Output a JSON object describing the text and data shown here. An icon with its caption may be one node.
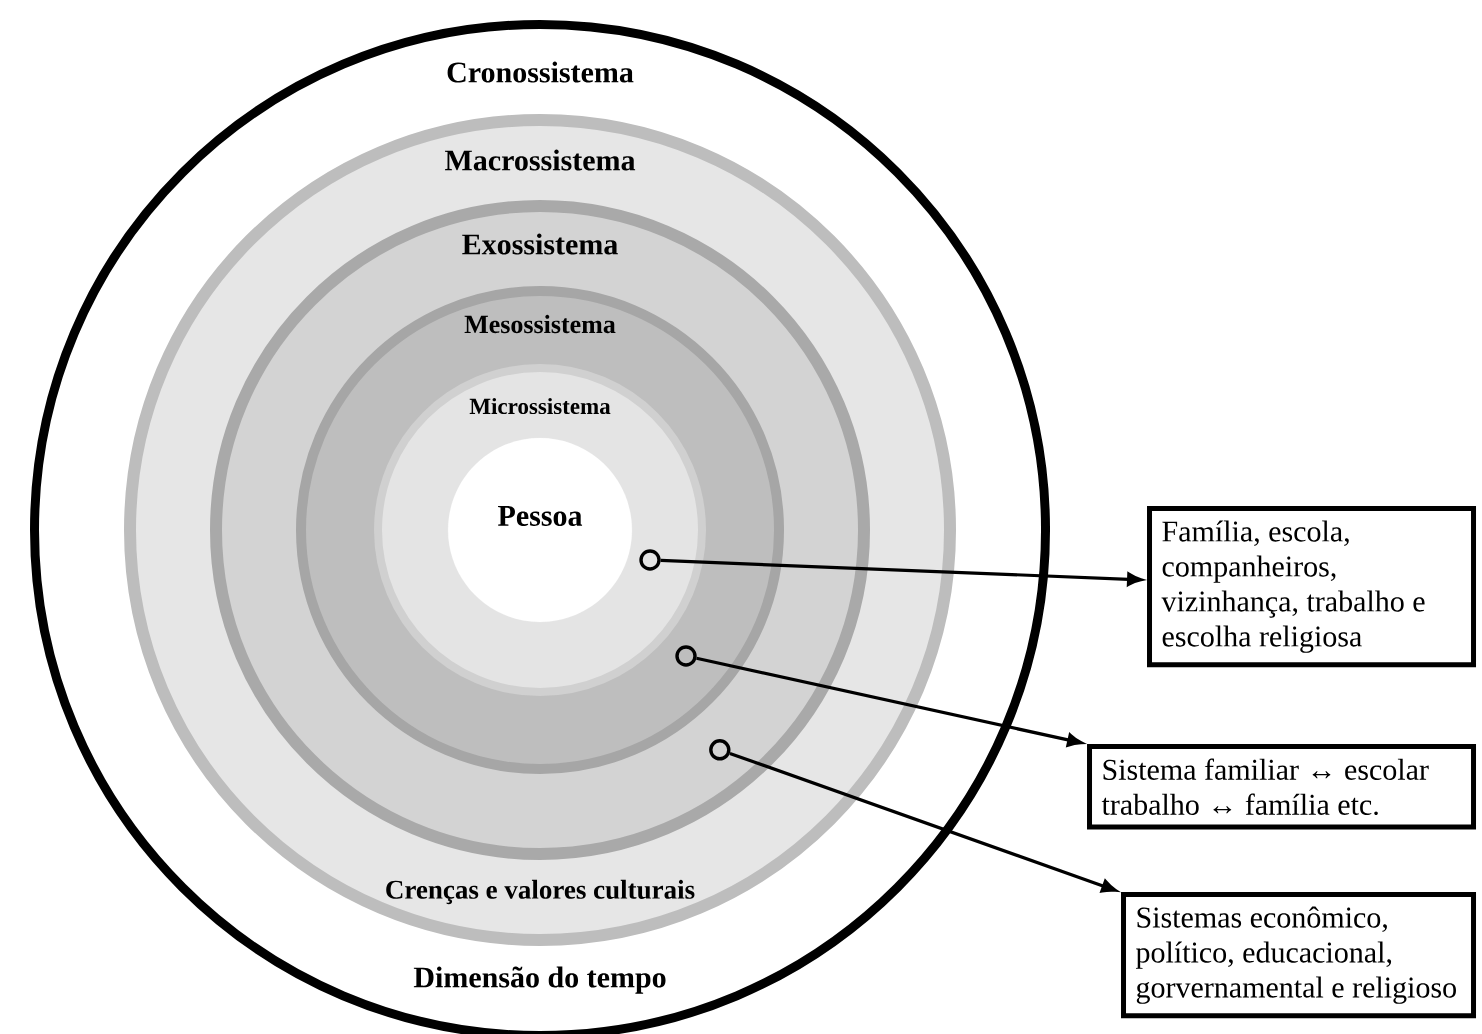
{
  "diagram": {
    "nodes": [
      {
        "text": [
          "Cronossistema",
          "Dimensão do tempo"
        ]
      },
      {
        "text": [
          "Macrossistema",
          "Crenças e valores culturais"
        ],
        "in": 0
      },
      {
        "text": [
          "Exossistema"
        ],
        "in": 1
      },
      {
        "text": [
          "Mesossistema"
        ],
        "in": 2
      },
      {
        "text": [
          "Microssistema"
        ],
        "in": 3
      },
      {
        "text": [
          "Pessoa"
        ],
        "in": 4
      },
      {
        "text": [],
        "shape": "circle",
        "in": 4
      },
      {
        "text": [],
        "shape": "circle",
        "in": 3
      },
      {
        "text": [],
        "shape": "circle",
        "in": 2
      },
      {
        "text": [
          "Família, escola, companheiros, vizinhança, trabalho e escolha religiosa"
        ]
      },
      {
        "text": [
          "Sistema familiar ↔ escolar trabalho ↔ família etc."
        ]
      },
      {
        "text": [
          "Sistemas econômico, político, educacional, gorvernamental e religioso"
        ]
      }
    ],
    "edges": [
      {
        "from": 6,
        "to": 9,
        "arrow": "to"
      },
      {
        "from": 7,
        "to": 10,
        "arrow": "to"
      },
      {
        "from": 8,
        "to": 11,
        "arrow": "to"
      }
    ]
  }
}
